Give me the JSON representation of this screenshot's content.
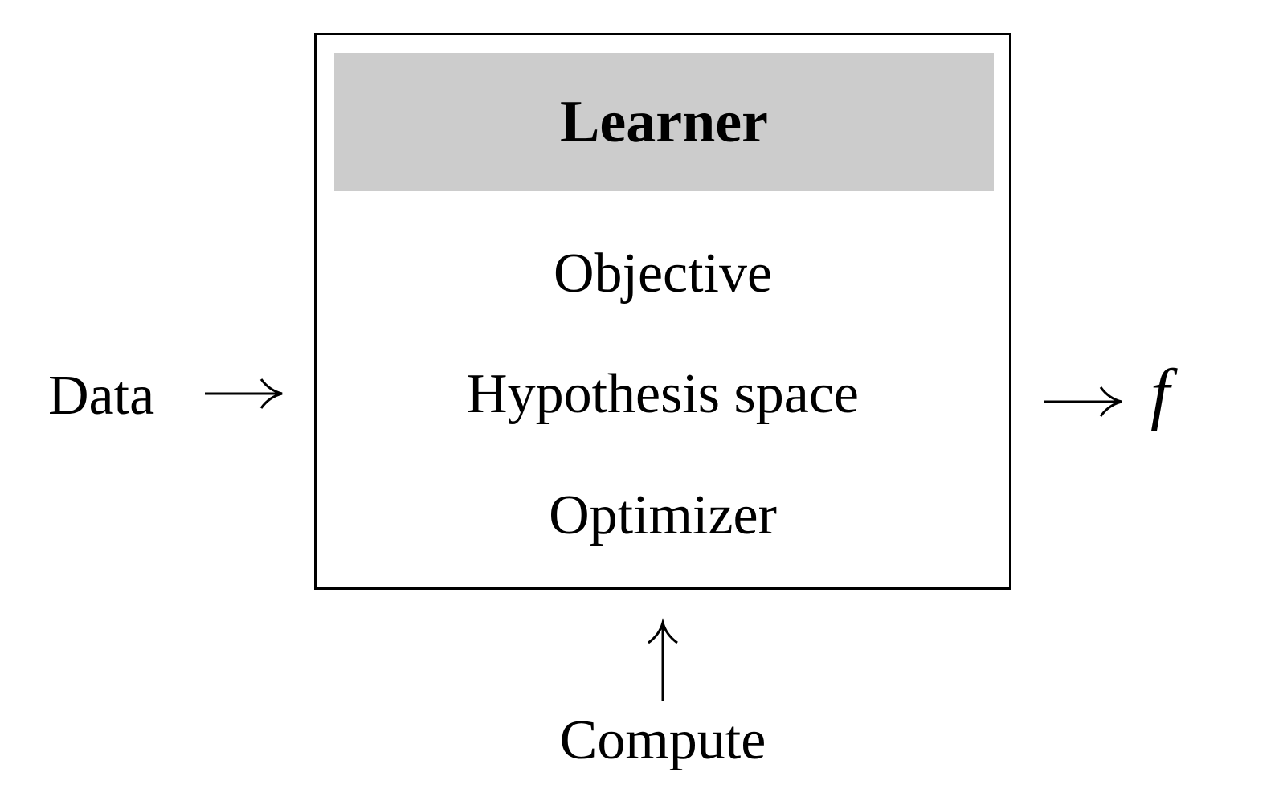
{
  "diagram": {
    "input": "Data",
    "output": "f",
    "box": {
      "title": "Learner",
      "components": [
        "Objective",
        "Hypothesis space",
        "Optimizer"
      ],
      "header_color": "#cccccc"
    },
    "bottom_input": "Compute"
  }
}
